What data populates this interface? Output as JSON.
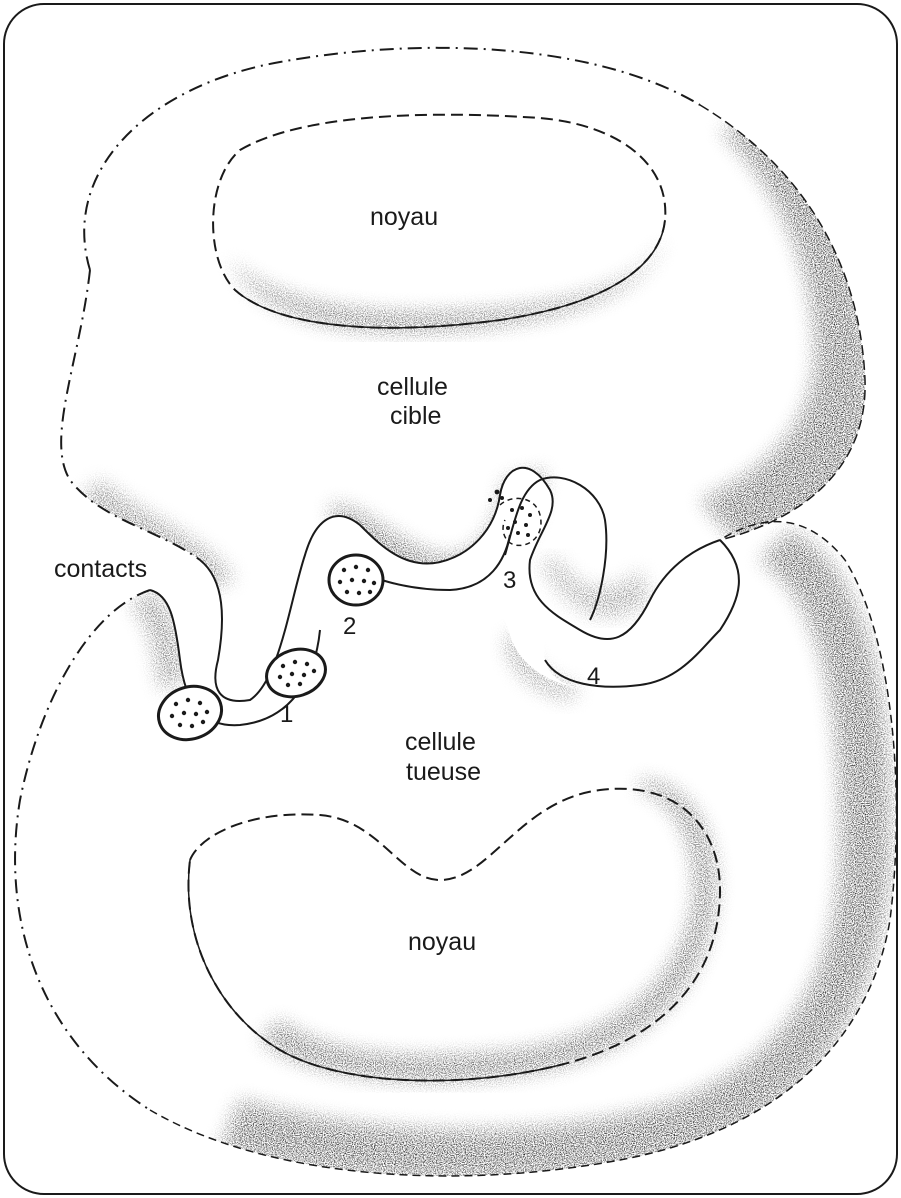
{
  "diagram": {
    "labels": {
      "nucleus_top": "noyau",
      "target_cell_line1": "cellule",
      "target_cell_line2": "cible",
      "contacts": "contacts",
      "killer_cell_line1": "cellule",
      "killer_cell_line2": "tueuse",
      "nucleus_bottom": "noyau"
    },
    "contact_numbers": [
      "1",
      "2",
      "3",
      "4"
    ],
    "colors": {
      "ink": "#1a1a1a",
      "background": "#ffffff",
      "shading": "#2b2b2b"
    }
  }
}
